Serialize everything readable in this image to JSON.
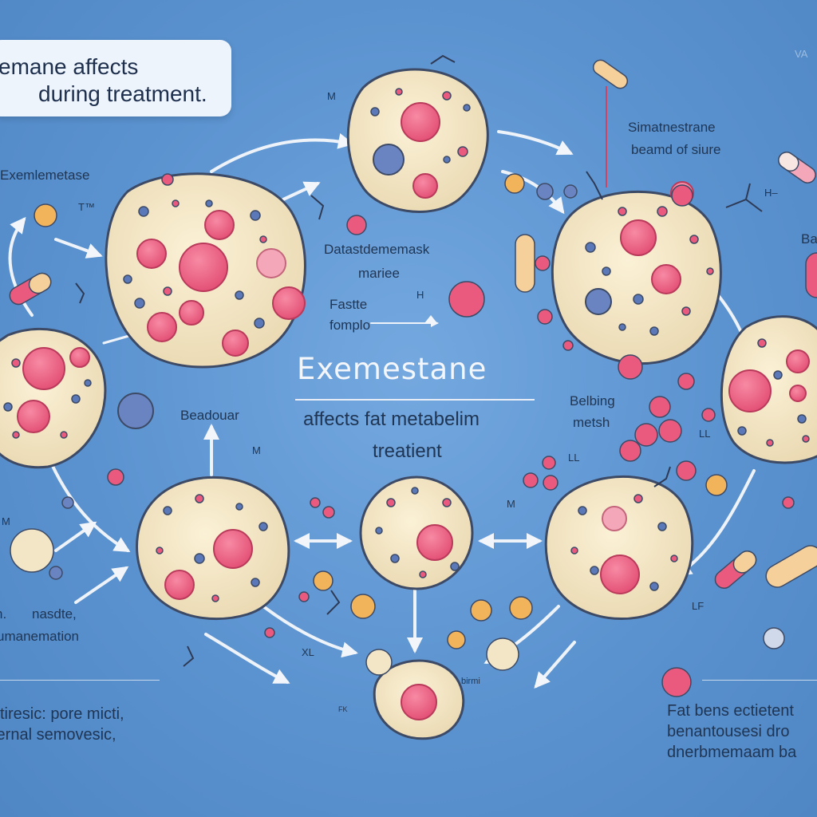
{
  "title_card": {
    "line1": "emane affects",
    "line2": "during treatment."
  },
  "center": {
    "title": "Exemestane",
    "subtitle_line1": "affects fat metabelim",
    "subtitle_line2": "treatient"
  },
  "labels": {
    "top_left": "Exemlemetase",
    "top_left_small": "T™",
    "top_m": "M",
    "top_right_1": "Simatnestrane",
    "top_right_2": "beamd of siure",
    "center_1": "Datastdememask",
    "center_2": "mariee",
    "center_3": "Fastte",
    "center_4": "fomplo",
    "center_h": "H",
    "left_mid": "Beadouar",
    "right_mid_1": "Belbing",
    "right_mid_2": "metsh",
    "right_h": "H–",
    "right_ba": "Ba",
    "m_left": "M",
    "m_center": "M",
    "m_right": "M",
    "ll_1": "LL",
    "ll_2": "LL",
    "lf": "LF",
    "xl": "XL",
    "fk": "FK",
    "bottom_small": "birmi",
    "va": "VA",
    "left_lower_1": "n.",
    "left_lower_2": "nasdte,",
    "left_lower_3": "umanemation",
    "left_m": "M"
  },
  "footer": {
    "left_line1": "stiresic: pore micti,",
    "left_line2": "ternal semovesic,",
    "right_line1": "Fat bens ectietent",
    "right_line2": "benantousesi dro",
    "right_line3": "dnerbmemaam ba"
  },
  "colors": {
    "background": "#5b93d0",
    "cell_fill": "#f3e6c6",
    "cell_stroke": "#3d4a66",
    "nucleus": "#ea5a7e",
    "vesicle_blue": "#5b79b8",
    "arrow": "#f2f5fa"
  },
  "icons": {
    "pill": "capsule-icon",
    "molecule": "molecule-icon"
  }
}
